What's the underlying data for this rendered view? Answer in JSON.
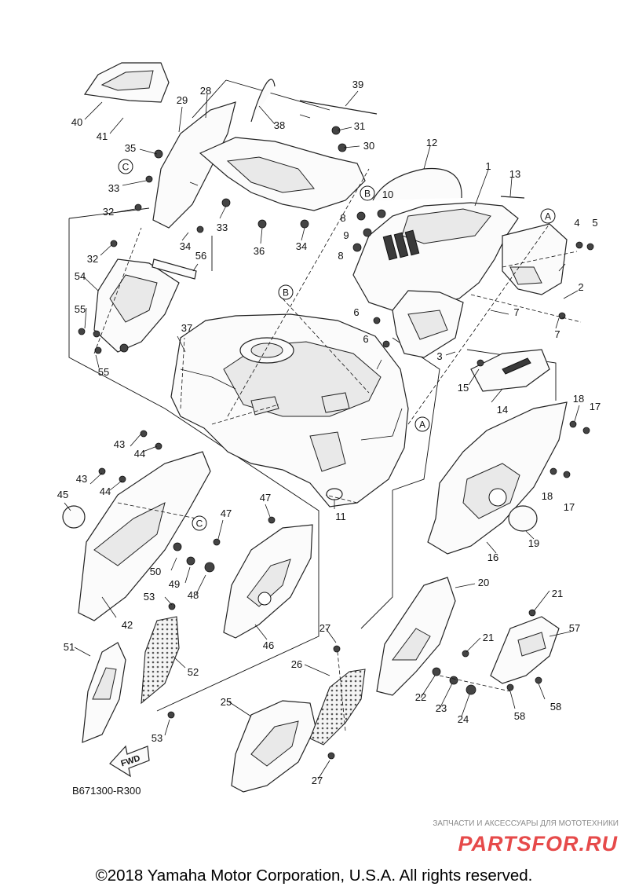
{
  "drawing_code": "B671300-R300",
  "fwd_label": "FWD",
  "copyright": "©2018 Yamaha Motor Corporation, U.S.A. All rights reserved.",
  "watermark": {
    "subtitle": "ЗАПЧАСТИ И АКСЕССУАРЫ ДЛЯ МОТОТЕХНИКИ",
    "logo_text": "PARTSFOR.RU",
    "color": "#e64a4a"
  },
  "reference_markers": [
    "A",
    "B",
    "C"
  ],
  "callouts": {
    "c1": "1",
    "c2": "2",
    "c3": "3",
    "c4": "4",
    "c5": "5",
    "c6a": "6",
    "c6b": "6",
    "c7a": "7",
    "c7b": "7",
    "c8a": "8",
    "c8b": "8",
    "c9": "9",
    "c10": "10",
    "c11": "11",
    "c12": "12",
    "c13": "13",
    "c14": "14",
    "c15": "15",
    "c16": "16",
    "c17a": "17",
    "c17b": "17",
    "c18a": "18",
    "c18b": "18",
    "c19": "19",
    "c20": "20",
    "c21a": "21",
    "c21b": "21",
    "c22": "22",
    "c23": "23",
    "c24": "24",
    "c25": "25",
    "c26": "26",
    "c27a": "27",
    "c27b": "27",
    "c28": "28",
    "c29": "29",
    "c30": "30",
    "c31": "31",
    "c32a": "32",
    "c32b": "32",
    "c33a": "33",
    "c33b": "33",
    "c34a": "34",
    "c34b": "34",
    "c35": "35",
    "c36": "36",
    "c37": "37",
    "c38": "38",
    "c39": "39",
    "c40": "40",
    "c41": "41",
    "c42": "42",
    "c43a": "43",
    "c43b": "43",
    "c44a": "44",
    "c44b": "44",
    "c45": "45",
    "c46": "46",
    "c47a": "47",
    "c47b": "47",
    "c48": "48",
    "c49": "49",
    "c50": "50",
    "c51": "51",
    "c52": "52",
    "c53a": "53",
    "c53b": "53",
    "c54": "54",
    "c55a": "55",
    "c55b": "55",
    "c56": "56",
    "c57": "57",
    "c58a": "58",
    "c58b": "58"
  }
}
